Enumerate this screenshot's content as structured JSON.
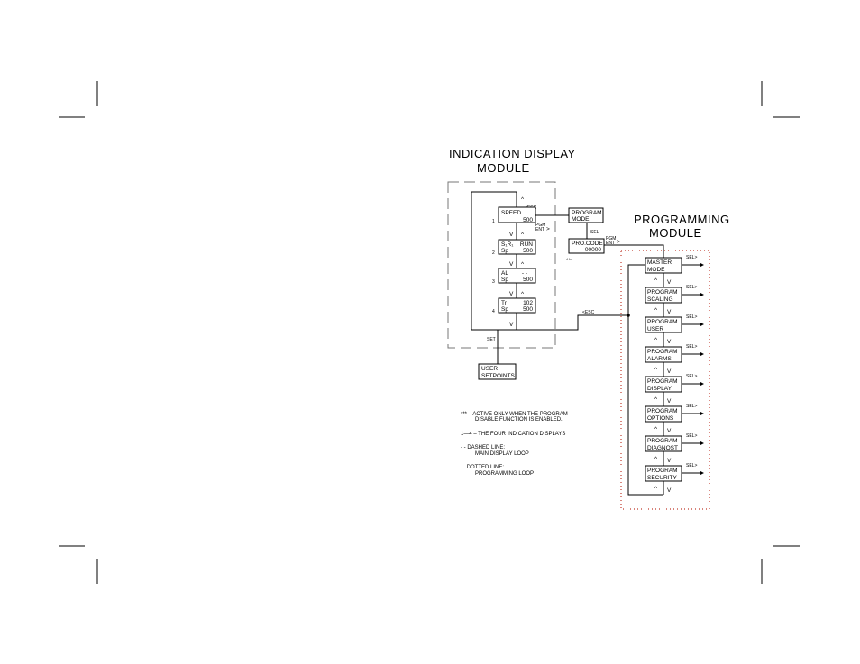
{
  "diagram": {
    "titles": {
      "indication_line1": "INDICATION DISPLAY",
      "indication_line2": "MODULE",
      "programming_line1": "PROGRAMMING",
      "programming_line2": "MODULE"
    },
    "indication_displays": [
      {
        "index": "1",
        "line1_left": "SPEED",
        "line1_right": "",
        "line2_left": "",
        "line2_right": "500"
      },
      {
        "index": "2",
        "line1_left": "S₁R₁",
        "line1_right": "RUN",
        "line2_left": "Sp",
        "line2_right": "500"
      },
      {
        "index": "3",
        "line1_left": "AL",
        "line1_right": "- -",
        "line2_left": "Sp",
        "line2_right": "500"
      },
      {
        "index": "4",
        "line1_left": "Tr",
        "line1_right": "102",
        "line2_left": "Sp",
        "line2_right": "500"
      }
    ],
    "program_mode": {
      "line1": "PROGRAM",
      "line2": "MODE"
    },
    "pro_code": {
      "line1": "PRO.CODE",
      "line2": "00000",
      "marker": "***"
    },
    "user_setpoints": {
      "line1": "USER",
      "line2": "SETPOINTS"
    },
    "programming_boxes": [
      {
        "line1": "MASTER",
        "line2": "MODE"
      },
      {
        "line1": "PROGRAM",
        "line2": "SCALING"
      },
      {
        "line1": "PROGRAM",
        "line2": "USER"
      },
      {
        "line1": "PROGRAM",
        "line2": "ALARMS"
      },
      {
        "line1": "PROGRAM",
        "line2": "DISPLAY"
      },
      {
        "line1": "PROGRAM",
        "line2": "OPTIONS"
      },
      {
        "line1": "PROGRAM",
        "line2": "DIAGNOST"
      },
      {
        "line1": "PROGRAM",
        "line2": "SECURITY"
      }
    ],
    "key_labels": {
      "esc": "ESC",
      "pgm": "PGM",
      "ent": "ENT",
      "sel": "SEL",
      "set": "SET",
      "up": "^",
      "down": "V"
    },
    "legend": {
      "l1a": "*** – ACTIVE ONLY WHEN THE PROGRAM",
      "l1b": "DISABLE FUNCTION IS ENABLED.",
      "l2": "1—4 – THE FOUR INDICATION DISPLAYS",
      "l3a": "- - DASHED LINE:",
      "l3b": "MAIN DISPLAY LOOP",
      "l4a": "... DOTTED LINE:",
      "l4b": "PROGRAMMING LOOP"
    }
  }
}
